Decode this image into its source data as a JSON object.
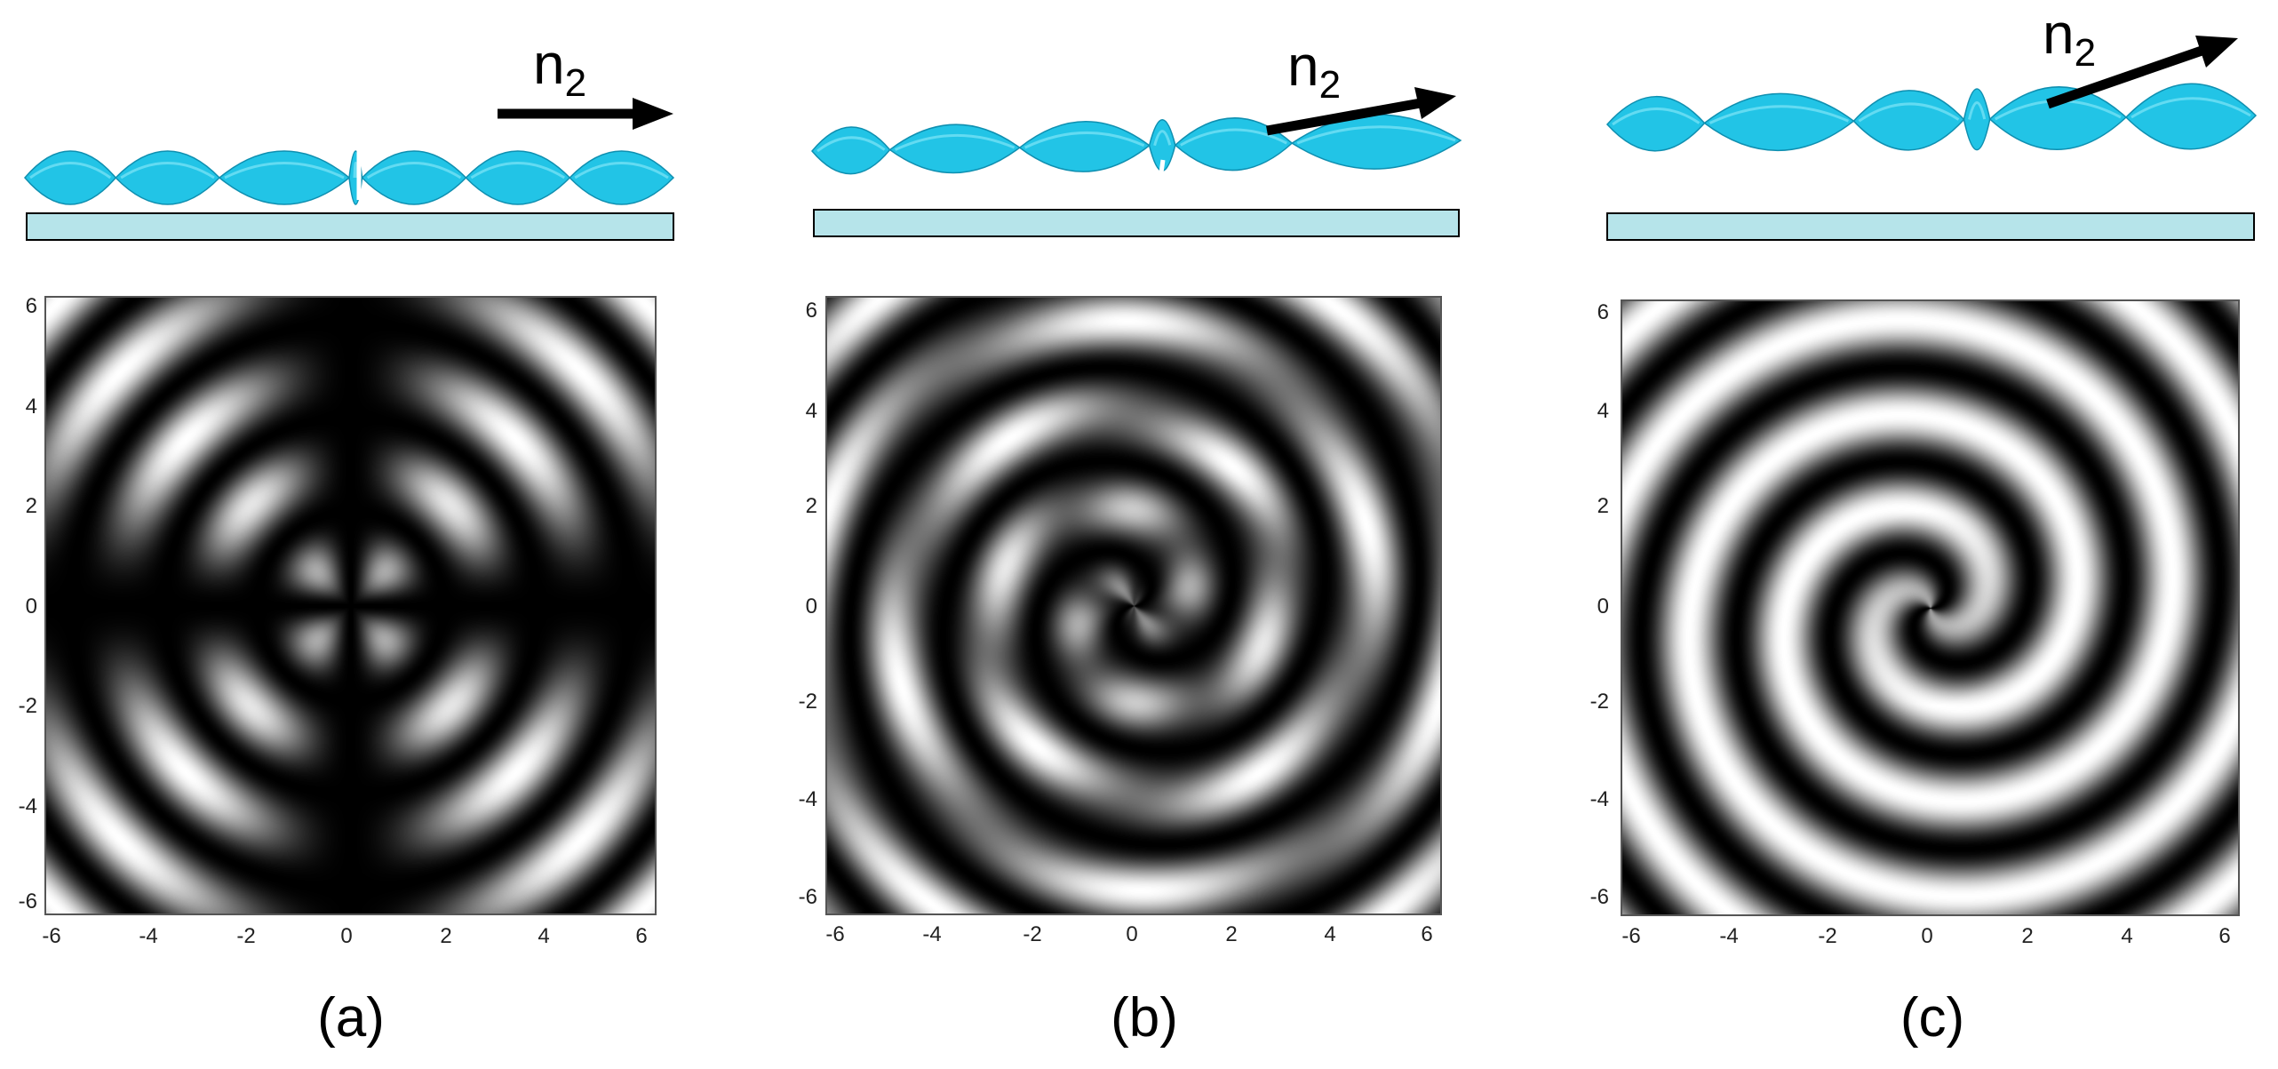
{
  "panels": [
    {
      "id": "a",
      "caption": "(a)",
      "director_label": "n",
      "director_subscript": "2",
      "arrow_tilt_deg": 0,
      "pattern": "concentric",
      "xticks": [
        "-6",
        "-4",
        "-2",
        "0",
        "2",
        "4",
        "6"
      ],
      "yticks": [
        "6",
        "4",
        "2",
        "0",
        "-2",
        "-4",
        "-6"
      ]
    },
    {
      "id": "b",
      "caption": "(b)",
      "director_label": "n",
      "director_subscript": "2",
      "arrow_tilt_deg": 10,
      "pattern": "partial-spiral",
      "xticks": [
        "-6",
        "-4",
        "-2",
        "0",
        "2",
        "4",
        "6"
      ],
      "yticks": [
        "6",
        "4",
        "2",
        "0",
        "-2",
        "-4",
        "-6"
      ]
    },
    {
      "id": "c",
      "caption": "(c)",
      "director_label": "n",
      "director_subscript": "2",
      "arrow_tilt_deg": 20,
      "pattern": "spiral",
      "xticks": [
        "-6",
        "-4",
        "-2",
        "0",
        "2",
        "4",
        "6"
      ],
      "yticks": [
        "6",
        "4",
        "2",
        "0",
        "-2",
        "-4",
        "-6"
      ]
    }
  ],
  "colors": {
    "helix": "#22c4e6",
    "helix_dark": "#0f8fb0",
    "substrate": "#b6e4ea"
  }
}
